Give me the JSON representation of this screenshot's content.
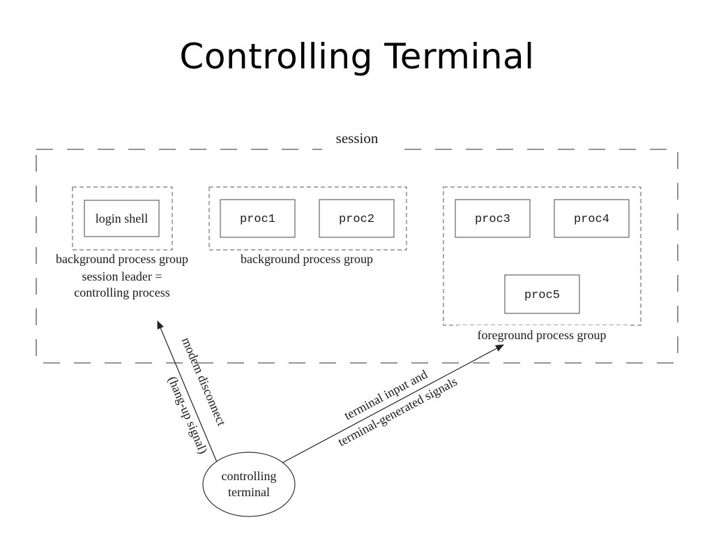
{
  "slide": {
    "title": "Controlling Terminal"
  },
  "diagram": {
    "session_label": "session",
    "groups": {
      "login_group_label": "background process group",
      "session_leader_line1": "session leader =",
      "session_leader_line2": "controlling process",
      "bg_group_label": "background process group",
      "fg_group_label": "foreground process group"
    },
    "processes": {
      "login_shell": "login shell",
      "proc1": "proc1",
      "proc2": "proc2",
      "proc3": "proc3",
      "proc4": "proc4",
      "proc5": "proc5"
    },
    "terminal": {
      "line1": "controlling",
      "line2": "terminal"
    },
    "arrows": {
      "hangup_line1": "modem disconnect",
      "hangup_line2": "(hang-up signal)",
      "input_line1": "terminal input and",
      "input_line2": "terminal-generated signals"
    }
  }
}
